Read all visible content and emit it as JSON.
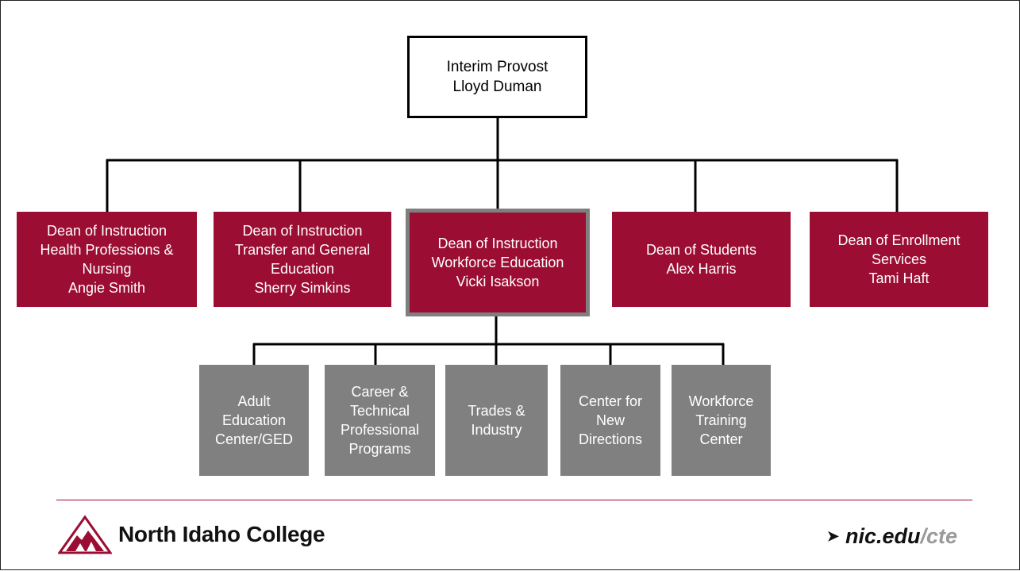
{
  "org_chart": {
    "top": {
      "title": "Interim Provost",
      "name": "Lloyd Duman"
    },
    "deans": [
      {
        "text": "Dean of Instruction\nHealth Professions &\nNursing\nAngie Smith",
        "highlighted": false
      },
      {
        "text": "Dean of Instruction\nTransfer and General\nEducation\nSherry Simkins",
        "highlighted": false
      },
      {
        "text": "Dean of Instruction\nWorkforce Education\nVicki Isakson",
        "highlighted": true
      },
      {
        "text": "Dean of Students\nAlex Harris",
        "highlighted": false
      },
      {
        "text": "Dean of Enrollment\nServices\nTami Haft",
        "highlighted": false
      }
    ],
    "units": [
      {
        "text": "Adult\nEducation\nCenter/GED"
      },
      {
        "text": "Career &\nTechnical\nProfessional\nPrograms"
      },
      {
        "text": "Trades &\nIndustry"
      },
      {
        "text": "Center for\nNew\nDirections"
      },
      {
        "text": "Workforce\nTraining\nCenter"
      }
    ]
  },
  "footer": {
    "college_name": "North Idaho College",
    "url_part1": "nic.edu",
    "url_part2": "/cte",
    "arrow_icon": "triangle-right-icon",
    "logo_icon": "mountain-logo-icon"
  },
  "colors": {
    "dean_fill": "#9b0d32",
    "unit_fill": "#808080",
    "highlight_border": "#7f7f7f",
    "rule": "#9b0d32"
  }
}
